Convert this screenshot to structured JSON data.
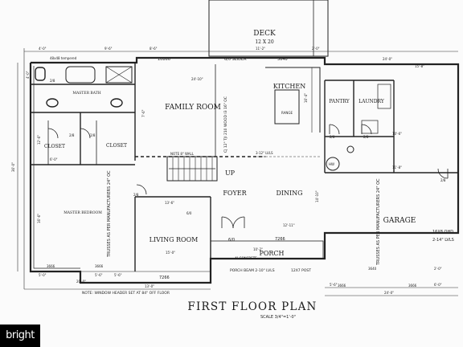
{
  "rooms": {
    "deck": "DECK",
    "deck_size": "12 X 20",
    "family_room": "FAMILY ROOM",
    "kitchen": "KITCHEN",
    "pantry": "PANTRY",
    "laundry": "LAUNDRY",
    "master_bath": "MASTER BATH",
    "closet_1": "CLOSET",
    "closet_2": "CLOSET",
    "master_bedroom": "MASTER BEDROOM",
    "foyer": "FOYER",
    "dining": "DINING",
    "garage": "GARAGE",
    "living_room": "LIVING ROOM",
    "porch": "PORCH",
    "up": "UP"
  },
  "notes": {
    "slider": "6/0 SLIDER",
    "tempered": "48x48 tempered",
    "beam_10866": "10866",
    "beam_3640": "3640",
    "beam_3640b": "3640",
    "beam_7266": "7266",
    "beam_7266b": "7266",
    "beam_3666a": "3666",
    "beam_3666b": "3666",
    "beam_3666c": "3666",
    "beam_3666d": "3666",
    "joists": "CJ 12\" TJI 210 WOOD I3 16\" OC",
    "lvl_note": "3-12\" LVLS",
    "wall_note": "NOTE 8\" WALL",
    "truss_left": "TRUSSES AS PER MANUFACTURERS 24\" OC",
    "truss_right": "TRUSSES AS PER MANUFACTURERS 24\" OC",
    "ohd": "16X8 OHD",
    "lvls_14": "2-14\" LVLS",
    "porch_beam": "PORCH BEAM 2-10\" LVLS",
    "post": "12X7 POST",
    "concrete": "4\" CONCRETE",
    "window_note": "NOTE: WINDOW HEADER SET AT 84\" OFF FLOOR",
    "range": "RANGE",
    "hw": "HW",
    "door_60": "6/0",
    "door_60b": "6/0",
    "door_28a": "2/8",
    "door_28b": "2/8",
    "door_28c": "2/8",
    "door_28d": "2/8",
    "door_28e": "2/8",
    "door_28f": "2/8",
    "door_28g": "2/8"
  },
  "dims": {
    "top": [
      "4'-0\"",
      "9'-6\"",
      "8'-6\"",
      "24'-10\"",
      "11'-2\"",
      "2'-0\"",
      "24'-0\""
    ],
    "left": [
      "4'-0\"",
      "12'-6\"",
      "6'-0\"",
      "16'-6\""
    ],
    "mid": [
      "7'-6\"",
      "13'-6\"",
      "12'-11\"",
      "10'-2\"",
      "16'-4\"",
      "14'-10\"",
      "10'-6\"",
      "11'-8\"",
      "15'-8\""
    ],
    "bottom": [
      "20'-0\"",
      "5'-0\"",
      "5'-6\"",
      "5'-6\"",
      "15'-0\"",
      "13'-0\"",
      "24'-0\"",
      "5'-6\"",
      "2'-0\"",
      "6'-0\""
    ],
    "overall_left": "36'-0\""
  },
  "title": {
    "main": "FIRST FLOOR PLAN",
    "scale": "SCALE 3/4\"=1'-0\""
  },
  "watermark": "bright"
}
